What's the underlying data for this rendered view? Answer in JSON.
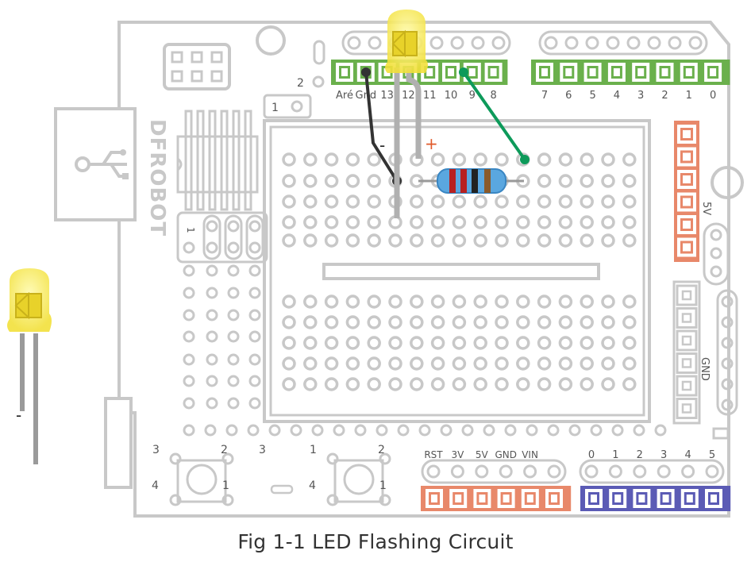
{
  "caption": "Fig 1-1 LED Flashing Circuit",
  "brand": "DFROBOT",
  "digital_header_labels_left": [
    "Aré",
    "Gnd",
    "13",
    "12",
    "11",
    "10",
    "9",
    "8"
  ],
  "digital_header_labels_right": [
    "7",
    "6",
    "5",
    "4",
    "3",
    "2",
    "1",
    "0"
  ],
  "aref_side_label": "2",
  "power_header_labels": [
    "RST",
    "3V",
    "5V",
    "GND",
    "VIN"
  ],
  "analog_header_labels": [
    "0",
    "1",
    "2",
    "3",
    "4",
    "5"
  ],
  "right_label_5v": "5V",
  "right_label_gnd": "GND",
  "small_pad_label": "1",
  "isp_label": "1",
  "led_minus": "-",
  "led_plus": "+",
  "loose_led_minus": "-",
  "button_left_labels": {
    "top_left": "3",
    "top_right": "2",
    "bottom_left": "4",
    "bottom_right": "1"
  },
  "button_right_labels": {
    "top_left": "1",
    "top_right": "2",
    "bottom_left": "4",
    "bottom_right": "1"
  },
  "between_buttons_label": "3",
  "colors": {
    "board_outline": "#c8c8c8",
    "digital_header": "#6ab04c",
    "power_header": "#e8886a",
    "analog_header": "#5b5bb5",
    "right_header": "#e8886a",
    "led": "#f5e43a",
    "wire_gnd": "#333333",
    "wire_signal": "#0d9a5a",
    "plus_sign": "#e05a2b"
  }
}
